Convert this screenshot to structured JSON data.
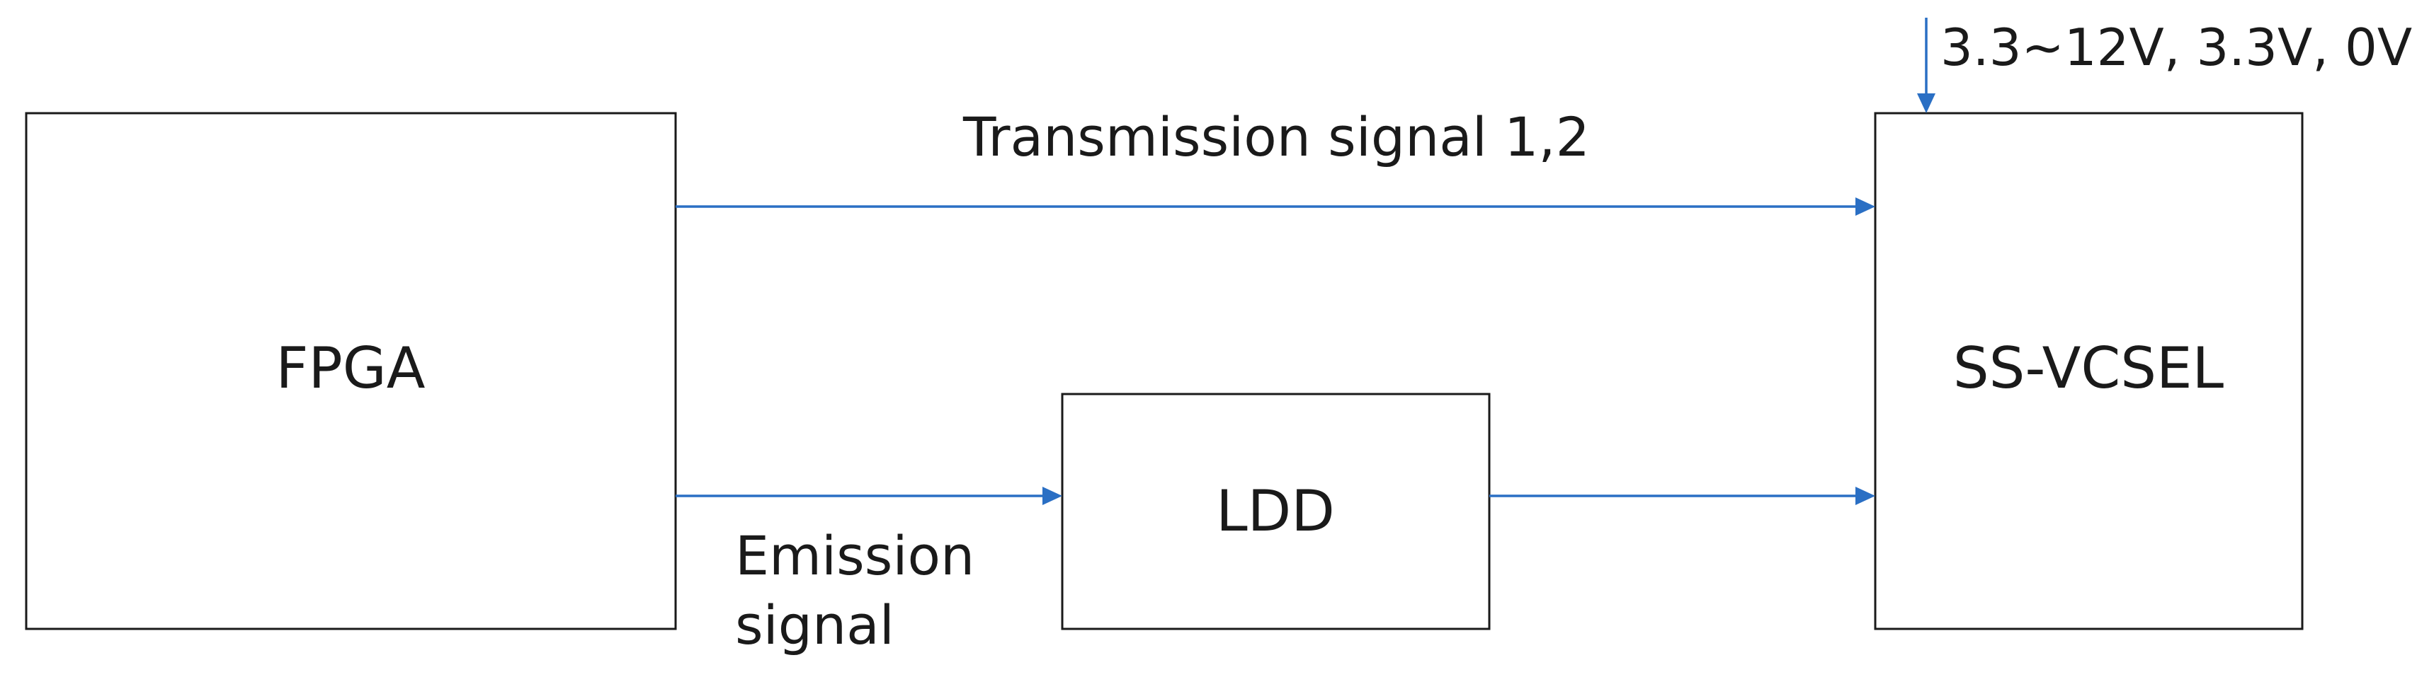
{
  "blocks": {
    "fpga": "FPGA",
    "ldd": "LDD",
    "vcsel": "SS-VCSEL"
  },
  "labels": {
    "transmission_signal": "Transmission signal 1,2",
    "emission_signal_line1": "Emission",
    "emission_signal_line2": "signal",
    "power_supply": "3.3~12V, 3.3V, 0V"
  },
  "colors": {
    "arrow": "#2a6fc4",
    "box_stroke": "#1a1a1a",
    "text": "#1a1a1a"
  }
}
